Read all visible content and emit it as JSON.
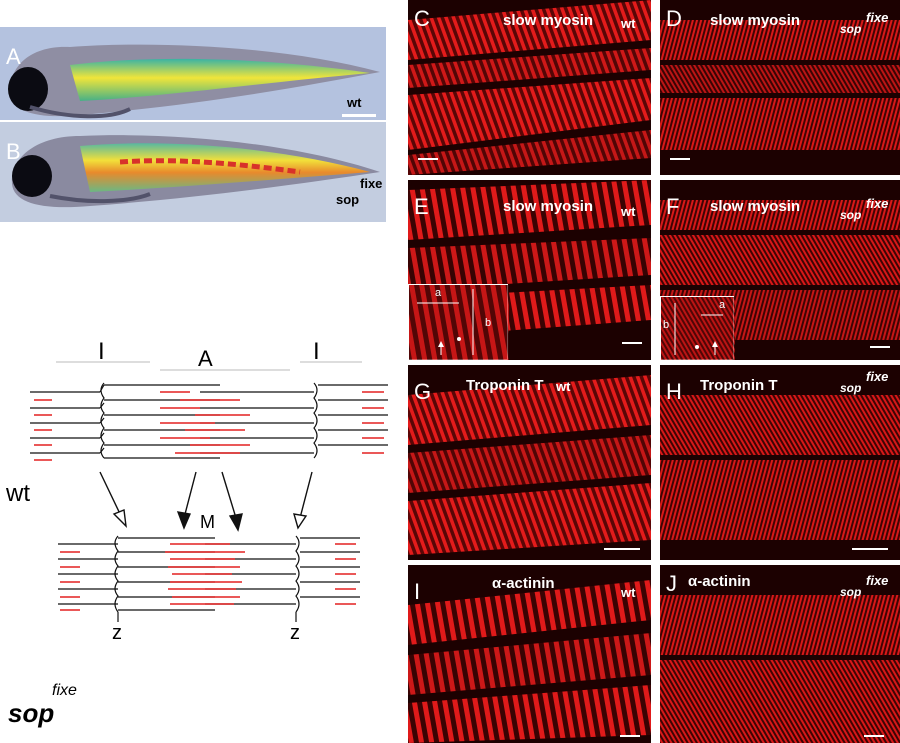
{
  "colors": {
    "muscle_red": "#e31b1b",
    "fish_background": "#a9b9d9",
    "diagram_red": "#e32020",
    "diagram_black": "#111111"
  },
  "fish_panels": {
    "a": {
      "letter": "A",
      "genotype": "wt"
    },
    "b": {
      "letter": "B",
      "genotype_sop": "sop",
      "genotype_fixe": "fixe"
    }
  },
  "micrographs": {
    "c": {
      "letter": "C",
      "title": "slow  myosin",
      "genotype": "wt"
    },
    "d": {
      "letter": "D",
      "title": "slow  myosin",
      "sop": "sop",
      "fixe": "fixe"
    },
    "e": {
      "letter": "E",
      "title": "slow  myosin",
      "genotype": "wt",
      "inset_a": "a",
      "inset_b": "b"
    },
    "f": {
      "letter": "F",
      "title": "slow  myosin",
      "sop": "sop",
      "fixe": "fixe",
      "inset_a": "a",
      "inset_b": "b"
    },
    "g": {
      "letter": "G",
      "title": "Troponin T",
      "genotype": "wt"
    },
    "h": {
      "letter": "H",
      "title": "Troponin T",
      "sop": "sop",
      "fixe": "fixe"
    },
    "i": {
      "letter": "I",
      "title": "α-actinin",
      "genotype": "wt"
    },
    "j": {
      "letter": "J",
      "title": "α-actinin",
      "sop": "sop",
      "fixe": "fixe"
    }
  },
  "diagram": {
    "band_i_left": "I",
    "band_a": "A",
    "band_i_right": "I",
    "label_wt": "wt",
    "label_m": "M",
    "label_z_left": "z",
    "label_z_right": "z",
    "label_sop": "sop",
    "label_fixe": "fixe"
  }
}
